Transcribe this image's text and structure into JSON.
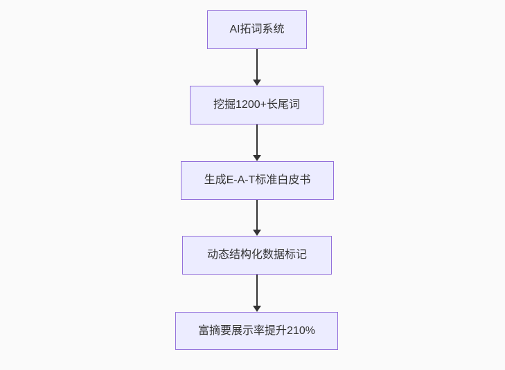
{
  "flowchart": {
    "type": "vertical-flowchart",
    "background_color": "#fafafa",
    "node_fill_color": "#ECECFF",
    "node_border_color": "#9370DB",
    "text_color": "#333333",
    "arrow_color": "#333333",
    "nodes": [
      {
        "id": "step-1",
        "label": "AI拓词系统"
      },
      {
        "id": "step-2",
        "label": "挖掘1200+长尾词"
      },
      {
        "id": "step-3",
        "label": "生成E-A-T标准白皮书"
      },
      {
        "id": "step-4",
        "label": "动态结构化数据标记"
      },
      {
        "id": "step-5",
        "label": "富摘要展示率提升210%"
      }
    ],
    "edges": [
      {
        "from": "step-1",
        "to": "step-2"
      },
      {
        "from": "step-2",
        "to": "step-3"
      },
      {
        "from": "step-3",
        "to": "step-4"
      },
      {
        "from": "step-4",
        "to": "step-5"
      }
    ]
  }
}
